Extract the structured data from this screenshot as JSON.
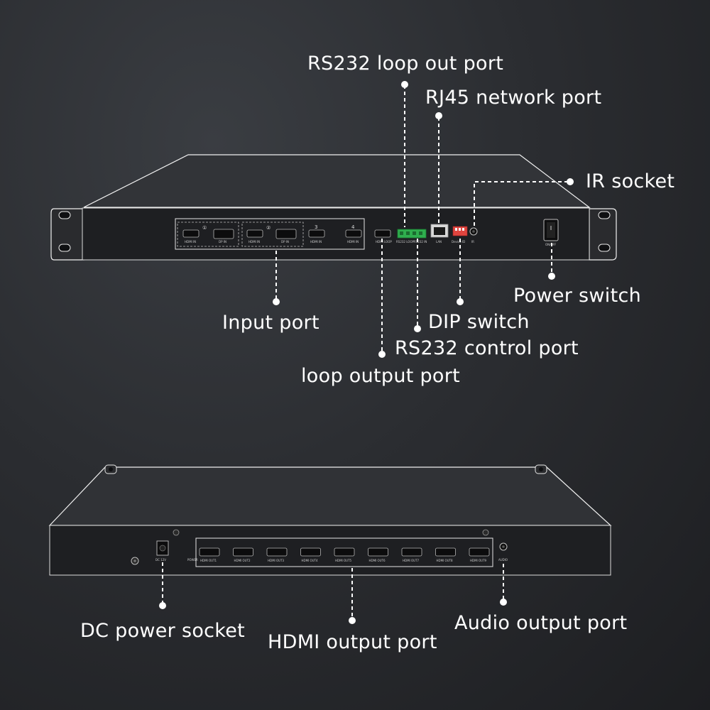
{
  "front_panel": {
    "callouts": {
      "rs232_loop_out": "RS232 loop out port",
      "rj45": "RJ45 network port",
      "ir_socket": "IR socket",
      "power_switch": "Power switch",
      "dip_switch": "DIP switch",
      "rs232_control": "RS232 control port",
      "input_port": "Input port",
      "loop_output": "loop output port"
    },
    "port_labels": {
      "hdmi_in_1": "HDMI IN",
      "dp_in_1": "DP IN",
      "hdmi_in_2": "HDMI IN",
      "dp_in_2": "DP IN",
      "hdmi_in_3": "HDMI IN",
      "hdmi_in_4": "HDMI IN",
      "hdmi_loop": "HDMI LOOP",
      "rs232_loop": "RS232 LOOP",
      "rs232_in": "RS232 IN",
      "lan": "LAN",
      "dip": "Device ID",
      "ir": "IR",
      "onoff": "ON/OFF"
    },
    "group_numbers": [
      "①",
      "②",
      "3",
      "4"
    ]
  },
  "rear_panel": {
    "callouts": {
      "dc_power": "DC power socket",
      "hdmi_output": "HDMI output port",
      "audio_output": "Audio output port"
    },
    "port_labels": {
      "dc": "DC 12V",
      "power": "POWER",
      "audio": "AUDIO",
      "outputs": [
        "HDMI OUT1",
        "HDMI OUT2",
        "HDMI OUT3",
        "HDMI OUT4",
        "HDMI OUT5",
        "HDMI OUT6",
        "HDMI OUT7",
        "HDMI OUT8",
        "HDMI OUT9"
      ]
    }
  },
  "colors": {
    "background": "#2b2d31",
    "callout_line": "#ffffff",
    "terminal_green": "#2fae4e",
    "dip_red": "#e0453f",
    "chassis": "#26272a",
    "chassis_outline": "#e6e6e6"
  }
}
